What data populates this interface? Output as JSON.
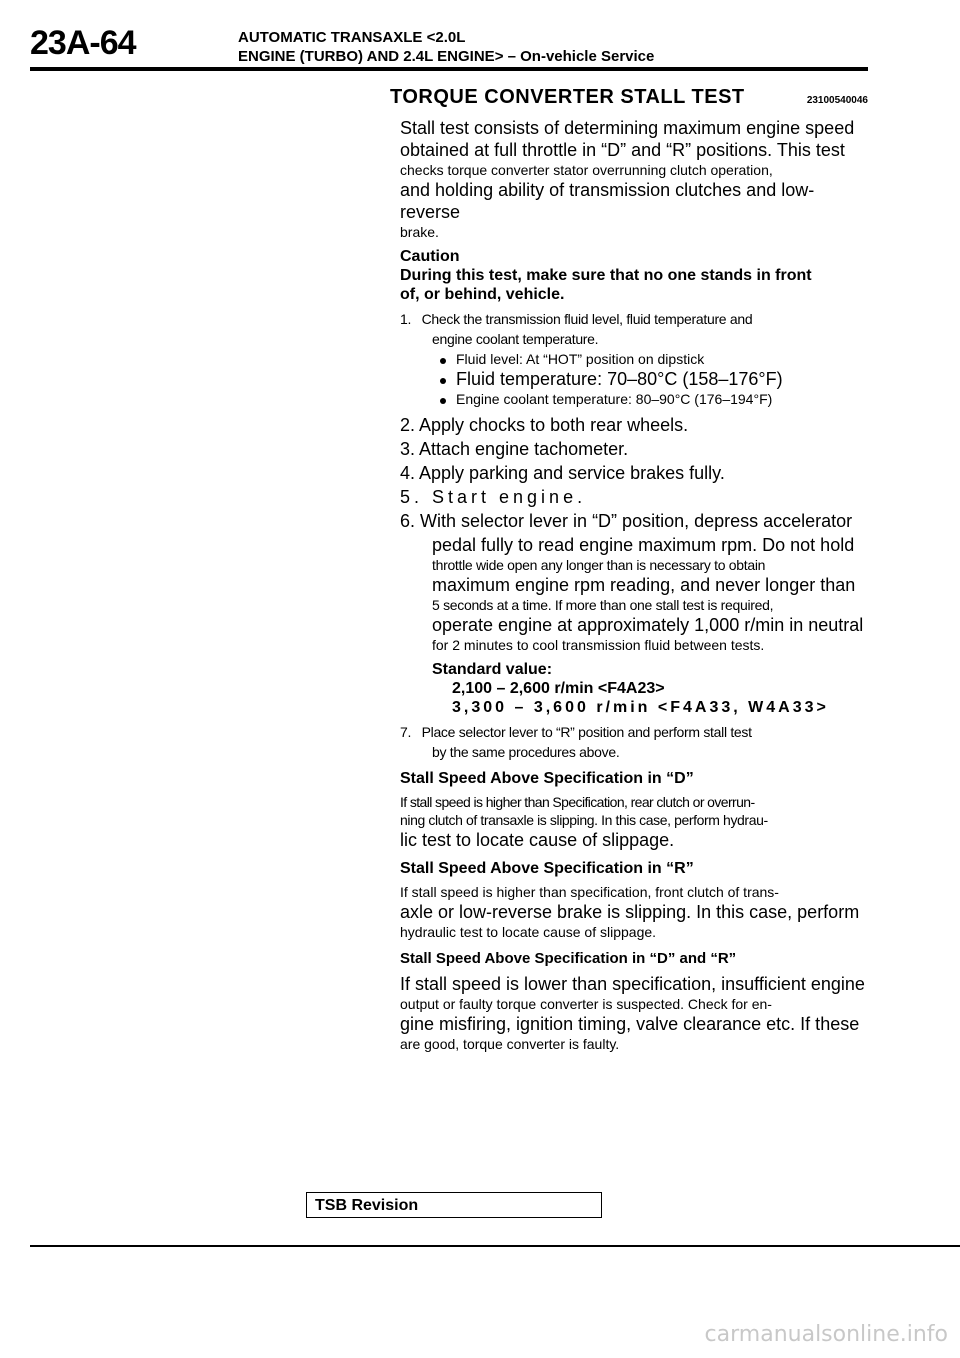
{
  "header": {
    "page_number": "23A-64",
    "line1": "AUTOMATIC TRANSAXLE <2.0L",
    "line2": "ENGINE (TURBO) AND 2.4L ENGINE> – On-vehicle Service"
  },
  "section": {
    "title": "TORQUE CONVERTER STALL TEST",
    "code": "23100540046"
  },
  "intro": {
    "l1": "Stall test consists of determining maximum engine speed",
    "l2": "obtained at full throttle in “D” and “R” positions. This test",
    "l3": "checks torque converter stator overrunning clutch operation,",
    "l4": "and holding ability of transmission clutches and low-reverse",
    "l5": "brake."
  },
  "caution": {
    "label": "Caution",
    "l1": "During this test, make sure that no one stands in front",
    "l2": "of, or behind, vehicle."
  },
  "steps": {
    "s1_num": "1.",
    "s1_l1": "Check the transmission fluid level, fluid temperature and",
    "s1_l2": "engine coolant temperature.",
    "bullets": [
      "Fluid level: At “HOT” position on dipstick",
      "Fluid temperature: 70–80°C (158–176°F)",
      "Engine coolant temperature: 80–90°C (176–194°F)"
    ],
    "s2": "2. Apply chocks to both rear wheels.",
    "s3": "3. Attach engine tachometer.",
    "s4": "4. Apply parking and service brakes fully.",
    "s5": "5. Start engine.",
    "s6_l1": "6. With selector lever in “D” position, depress accelerator",
    "s6_l2": "pedal fully to read engine maximum rpm. Do not hold",
    "s6_l3": "throttle wide open any longer than is necessary to obtain",
    "s6_l4": "maximum engine rpm reading, and never longer than",
    "s6_l5": "5 seconds at a time. If more than one stall test is required,",
    "s6_l6": "operate engine at approximately 1,000 r/min in neutral",
    "s6_l7": "for 2 minutes to cool transmission fluid between tests.",
    "std_label": "Standard value:",
    "std_v1": "2,100 – 2,600 r/min <F4A23>",
    "std_v2": "3,300 – 3,600 r/min <F4A33, W4A33>",
    "s7_num": "7.",
    "s7_l1": "Place selector lever to “R” position and perform stall test",
    "s7_l2": "by the same procedures above."
  },
  "d_spec": {
    "head": "Stall Speed Above Specification in “D”",
    "l1": "If stall speed is higher than Specification, rear clutch or overrun-",
    "l2": "ning clutch of transaxle is slipping. In this case, perform hydrau-",
    "l3": "lic test to locate cause of slippage."
  },
  "r_spec": {
    "head": "Stall Speed Above Specification in “R”",
    "l1": "If stall speed is higher than specification, front clutch of trans-",
    "l2": "axle or low-reverse brake is slipping. In this case, perform",
    "l3": "hydraulic test to locate cause of slippage."
  },
  "dr_spec": {
    "head": "Stall Speed Above Specification in “D” and “R”",
    "l1": "If stall speed is lower than specification, insufficient engine",
    "l2": "output or faulty torque converter is suspected. Check for en-",
    "l3": "gine misfiring, ignition timing, valve clearance etc. If these",
    "l4": "are good, torque converter is faulty."
  },
  "footer": {
    "tsb": "TSB Revision"
  },
  "watermark": "carmanualsonline.info"
}
